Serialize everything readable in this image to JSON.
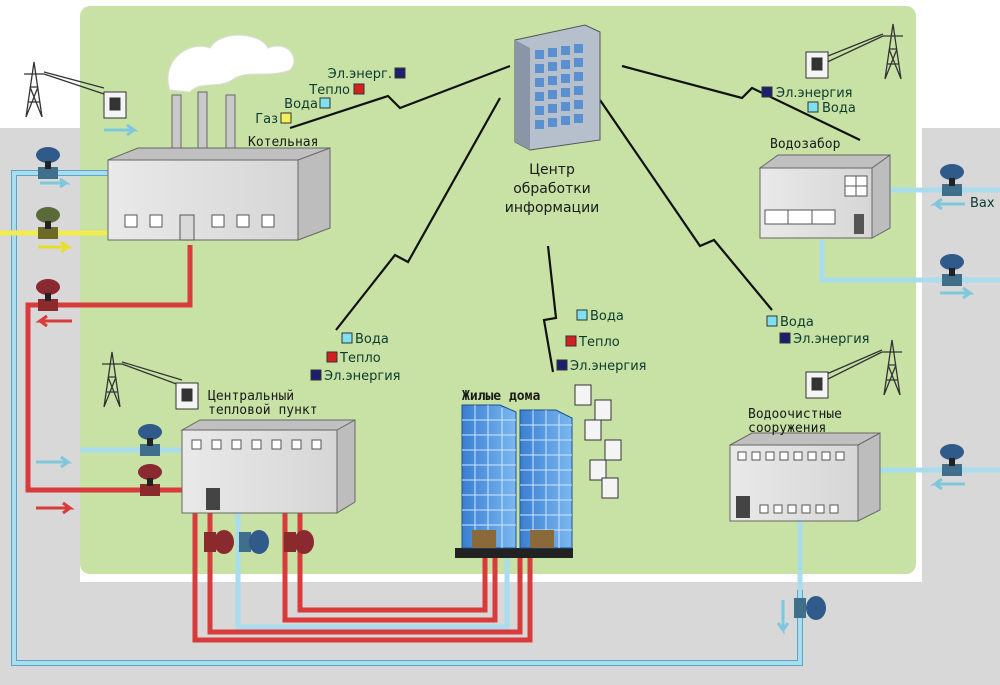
{
  "nodes": {
    "boiler": {
      "label": "Котельная"
    },
    "center": {
      "lines": [
        "Центр",
        "обработки",
        "информации"
      ]
    },
    "water_intake": {
      "label": "Водозабор"
    },
    "heat_point": {
      "lines": [
        "Центральный",
        "тепловой пункт"
      ]
    },
    "houses": {
      "label": "Жилые дома"
    },
    "treatment": {
      "lines": [
        "Водоочистные",
        "сооружения"
      ]
    }
  },
  "legends": {
    "boiler": [
      {
        "label": "Эл.энерг.",
        "color": "#1b1f6e"
      },
      {
        "label": "Тепло",
        "color": "#d42020"
      },
      {
        "label": "Вода",
        "color": "#7fe0ef"
      },
      {
        "label": "Газ",
        "color": "#f3f05a"
      }
    ],
    "water_intake": [
      {
        "label": "Эл.энергия",
        "color": "#1b1f6e"
      },
      {
        "label": "Вода",
        "color": "#7fe0ef"
      }
    ],
    "heat_point": [
      {
        "label": "Вода",
        "color": "#7fe0ef"
      },
      {
        "label": "Тепло",
        "color": "#d42020"
      },
      {
        "label": "Эл.энергия",
        "color": "#1b1f6e"
      }
    ],
    "houses": [
      {
        "label": "Вода",
        "color": "#7fe0ef"
      },
      {
        "label": "Тепло",
        "color": "#d42020"
      },
      {
        "label": "Эл.энергия",
        "color": "#1b1f6e"
      }
    ],
    "treatment": [
      {
        "label": "Вода",
        "color": "#7fe0ef"
      },
      {
        "label": "Эл.энергия",
        "color": "#1b1f6e"
      }
    ]
  },
  "edge_labels": {
    "right_top": "Вах"
  },
  "colors": {
    "field": "#c8e2a6",
    "outer": "#d8d8d8",
    "water_pipe": "#a9dced",
    "heat_pipe": "#d93a3a",
    "gas_pipe": "#f2ec4f",
    "building": "#efefef"
  }
}
